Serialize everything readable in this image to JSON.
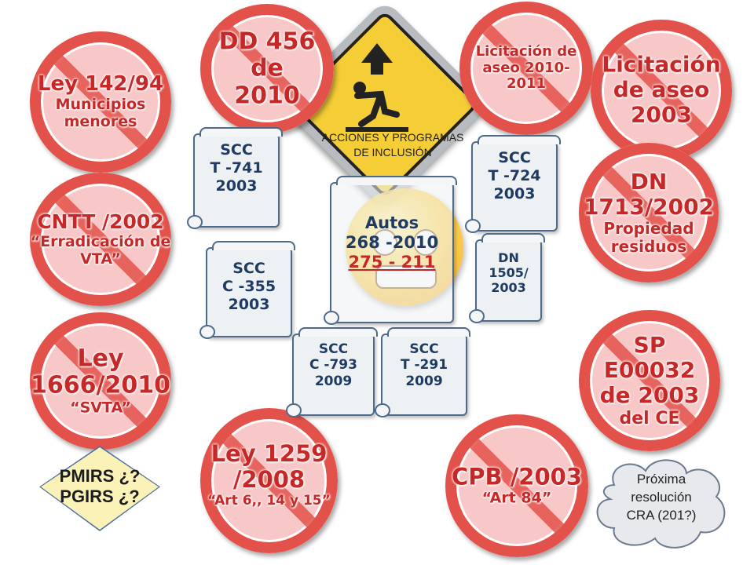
{
  "bans": [
    {
      "id": "ley142",
      "line1": "Ley 142/94",
      "line2": "Municipios",
      "line3": "menores"
    },
    {
      "id": "dd456",
      "line1": "DD 456 de",
      "line2": "2010"
    },
    {
      "id": "lic2010",
      "line1": "Licitación de",
      "line2": "aseo 2010-",
      "line3": "2011"
    },
    {
      "id": "lic2003",
      "line1": "Licitación",
      "line2": "de aseo",
      "line3": "2003"
    },
    {
      "id": "cntt",
      "line1": "CNTT /2002",
      "line2": "“Erradicación de",
      "line3": "VTA”"
    },
    {
      "id": "dn1713",
      "line1": "DN",
      "line2": "1713/2002",
      "line3": "Propiedad",
      "line4": "residuos"
    },
    {
      "id": "ley1666",
      "line1": "Ley",
      "line2": "1666/2010",
      "line3": "“SVTA”"
    },
    {
      "id": "sp",
      "line1": "SP",
      "line2": "E00032",
      "line3": "de 2003",
      "line4": "del CE"
    },
    {
      "id": "ley1259",
      "line1": "Ley 1259",
      "line2": "/2008",
      "line3": "“Art 6,, 14 y 15”"
    },
    {
      "id": "cpb",
      "line1": "CPB /2003",
      "line2": "“Art 84”"
    }
  ],
  "scrolls": {
    "t741": {
      "line1": "SCC",
      "line2": "T -741",
      "line3": "2003"
    },
    "t724": {
      "line1": "SCC",
      "line2": "T -724",
      "line3": "2003"
    },
    "c355": {
      "line1": "SCC",
      "line2": "C -355",
      "line3": "2003"
    },
    "dn1505": {
      "line1": "DN",
      "line2": "1505/",
      "line3": "2003"
    },
    "c793": {
      "line1": "SCC",
      "line2": "C -793",
      "line3": "2009"
    },
    "t291": {
      "line1": "SCC",
      "line2": "T -291",
      "line3": "2009"
    },
    "autos": {
      "line1": "Autos",
      "line2": "268 -2010",
      "line3": "275 - 211"
    }
  },
  "warning": {
    "caption_line1": "ACCIONES Y PROGRAMAS",
    "caption_line2": "DE INCLUSIÓN"
  },
  "pentagon": {
    "line1": "PMIRS ¿?",
    "line2": "PGIRS ¿?"
  },
  "cloud": {
    "line1": "Próxima",
    "line2": "resolución",
    "line3": "CRA (201?)"
  },
  "colors": {
    "ban_ring": "#e3524a",
    "ban_fill": "#f8c7c7",
    "ban_text": "#c62828",
    "scroll_text": "#1f3b63",
    "warning_yellow": "#f5cd37"
  }
}
